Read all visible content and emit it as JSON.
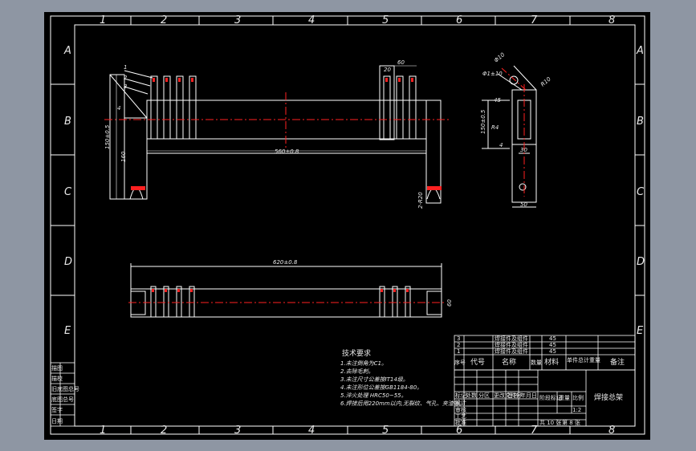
{
  "drawing": {
    "zone_cols": [
      "1",
      "2",
      "3",
      "4",
      "5",
      "6",
      "7",
      "8"
    ],
    "zone_rows": [
      "A",
      "B",
      "C",
      "D",
      "E"
    ],
    "colors": {
      "background": "#000000",
      "line": "#ffffff",
      "centerline": "#ff2020",
      "app_bg": "#8e96a3"
    }
  },
  "dimensions": {
    "front_left_height": "150±0.5",
    "front_left_lower": "160",
    "front_width": "560±0.8",
    "front_top_small": "60",
    "front_top_tiny": "20",
    "front_right_lower": "2-R20",
    "side_top_dia": "Φ10",
    "side_radius": "R10",
    "side_top_small": "Φ1±10",
    "side_height": "150±0.5",
    "side_45": "45",
    "side_30": "30",
    "side_50": "50",
    "side_r4": "R4",
    "side_4": "4",
    "plan_width": "620±0.8",
    "plan_right": "60",
    "balloons": [
      "1",
      "2",
      "3",
      "4"
    ]
  },
  "notes": {
    "heading": "技术要求",
    "lines": [
      "1.未注倒角为C1。",
      "2.去除毛刺。",
      "3.未注尺寸公差按IT14级。",
      "4.未注形位公差按GB1184-80。",
      "5.淬火处理 HRC50~55。",
      "6.焊接后用220mm以内,无裂纹、气孔、夹渣等。"
    ]
  },
  "bom": {
    "rows": [
      {
        "no": "3",
        "name": "焊接件及组件",
        "material": "45"
      },
      {
        "no": "2",
        "name": "焊接件及组件",
        "material": "45"
      },
      {
        "no": "1",
        "name": "焊接件及组件",
        "material": "45"
      }
    ],
    "header": {
      "no": "序号",
      "code": "代号",
      "name": "名称",
      "qty": "数量",
      "material": "材料",
      "weight": "单件总计重量",
      "remark": "备注"
    }
  },
  "title_block": {
    "title": "焊接总架",
    "left_labels": [
      "标记",
      "处数",
      "分区",
      "更改文件号",
      "签名",
      "年月日"
    ],
    "design_labels": [
      "设计",
      "审核",
      "工艺",
      "批准"
    ],
    "stage_labels": [
      "阶段标记",
      "重量",
      "比例"
    ],
    "scale": "1:2",
    "sheet_total": "共 10 张",
    "sheet_no": "第 8 张"
  },
  "left_strip": {
    "labels": [
      "描图",
      "描校",
      "旧底图总号",
      "底图总号",
      "签字",
      "日期"
    ]
  }
}
